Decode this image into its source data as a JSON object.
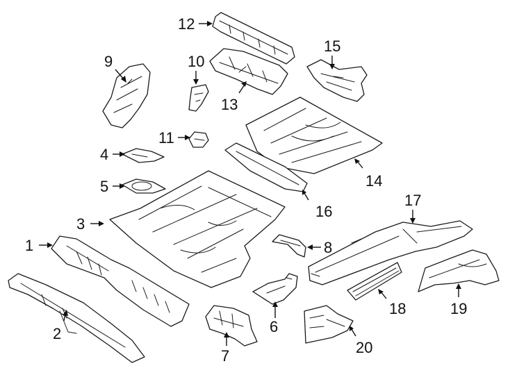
{
  "callouts": [
    {
      "id": "1",
      "label": "1"
    },
    {
      "id": "2",
      "label": "2"
    },
    {
      "id": "3",
      "label": "3"
    },
    {
      "id": "4",
      "label": "4"
    },
    {
      "id": "5",
      "label": "5"
    },
    {
      "id": "6",
      "label": "6"
    },
    {
      "id": "7",
      "label": "7"
    },
    {
      "id": "8",
      "label": "8"
    },
    {
      "id": "9",
      "label": "9"
    },
    {
      "id": "10",
      "label": "10"
    },
    {
      "id": "11",
      "label": "11"
    },
    {
      "id": "12",
      "label": "12"
    },
    {
      "id": "13",
      "label": "13"
    },
    {
      "id": "14",
      "label": "14"
    },
    {
      "id": "15",
      "label": "15"
    },
    {
      "id": "16",
      "label": "16"
    },
    {
      "id": "17",
      "label": "17"
    },
    {
      "id": "18",
      "label": "18"
    },
    {
      "id": "19",
      "label": "19"
    },
    {
      "id": "20",
      "label": "20"
    }
  ]
}
